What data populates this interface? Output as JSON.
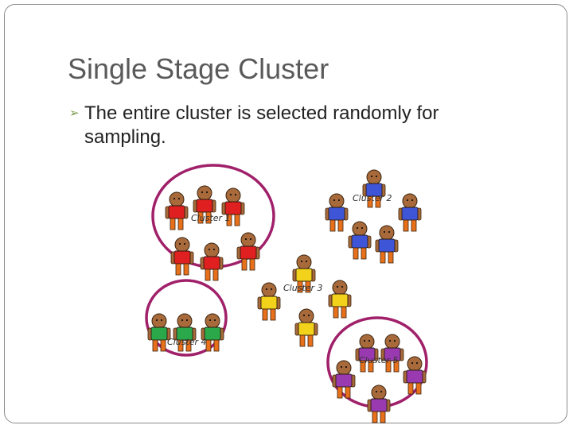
{
  "slide": {
    "title": "Single Stage Cluster",
    "bullet_icon": "bullet-arrow-icon",
    "bullet_line1": "The entire cluster is selected randomly for",
    "bullet_line2": "sampling."
  },
  "illustration": {
    "clusters": [
      {
        "label": "Cluster 1",
        "color": "#e02020",
        "encircled": true
      },
      {
        "label": "Cluster 2",
        "color": "#3f55d8",
        "encircled": false
      },
      {
        "label": "Cluster 3",
        "color": "#f2d21a",
        "encircled": false
      },
      {
        "label": "Cluster 4",
        "color": "#2aa84a",
        "encircled": true
      },
      {
        "label": "Cluster 5",
        "color": "#9a3ab0",
        "encircled": true
      }
    ],
    "skin_color": "#a86a3a",
    "leg_color": "#e8701a",
    "circle_color": "#a0206a"
  }
}
